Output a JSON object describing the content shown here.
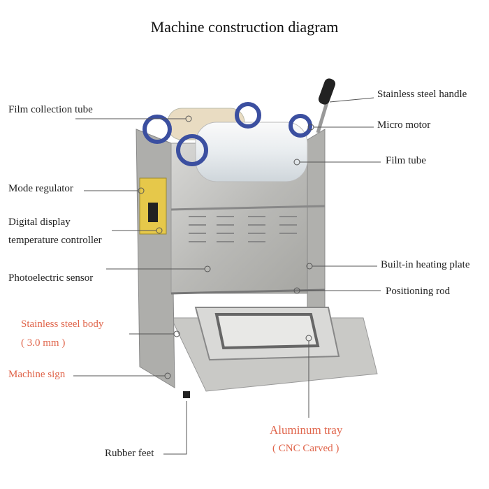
{
  "title": "Machine construction diagram",
  "labels": {
    "film_collection_tube": "Film collection tube",
    "mode_regulator": "Mode regulator",
    "digital_display_1": "Digital display",
    "digital_display_2": "temperature controller",
    "photoelectric_sensor": "Photoelectric sensor",
    "body": "Stainless steel body",
    "body_thickness": "( 3.0 mm )",
    "machine_sign": "Machine sign",
    "rubber_feet": "Rubber feet",
    "handle": "Stainless steel handle",
    "micro_motor": "Micro motor",
    "film_tube": "Film tube",
    "heating_plate": "Built-in heating plate",
    "positioning_rod": "Positioning rod",
    "aluminum_tray": "Aluminum tray",
    "tray_note": "( CNC Carved )"
  },
  "colors": {
    "highlight": "#e0644a",
    "text": "#222222"
  }
}
